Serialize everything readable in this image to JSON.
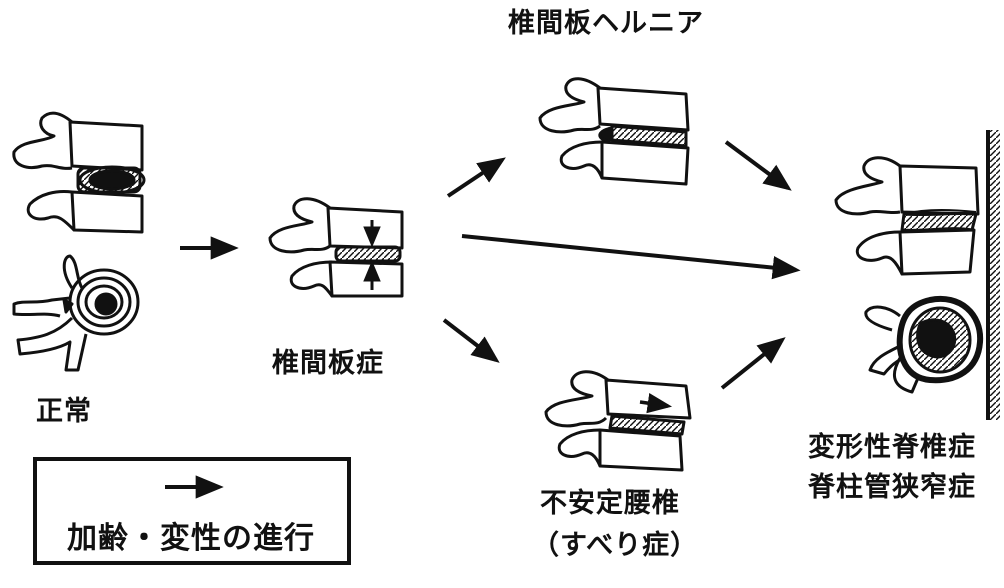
{
  "labels": {
    "normal": "正常",
    "disc_disease": "椎間板症",
    "herniation": "椎間板ヘルニア",
    "instability_line1": "不安定腰椎",
    "instability_line2": "（すべり症）",
    "spondylosis": "変形性脊椎症",
    "stenosis": "脊柱管狭窄症"
  },
  "legend": {
    "text": "加齢・変性の進行"
  },
  "colors": {
    "ink": "#111111",
    "background": "#ffffff"
  }
}
